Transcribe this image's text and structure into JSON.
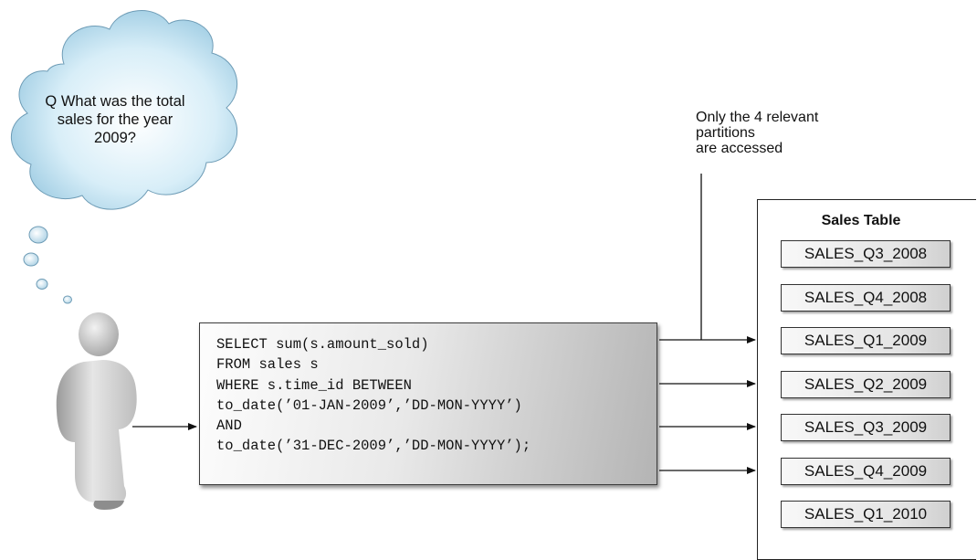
{
  "question": {
    "lines": [
      "Q What was the total",
      "sales for the year",
      "2009?"
    ]
  },
  "annotation": {
    "lines": [
      "Only the 4 relevant",
      "partitions",
      "are accessed"
    ]
  },
  "sql": {
    "lines": [
      "SELECT sum(s.amount_sold)",
      "FROM sales s",
      "WHERE s.time_id BETWEEN",
      "to_date(’01-JAN-2009’,’DD-MON-YYYY’)",
      "AND",
      "to_date(’31-DEC-2009’,’DD-MON-YYYY’);"
    ]
  },
  "sales_table": {
    "title": "Sales Table",
    "partitions": [
      "SALES_Q3_2008",
      "SALES_Q4_2008",
      "SALES_Q1_2009",
      "SALES_Q2_2009",
      "SALES_Q3_2009",
      "SALES_Q4_2009",
      "SALES_Q1_2010"
    ]
  },
  "colors": {
    "cloud_fill": "#bfe3f3",
    "cloud_edge": "#5a88a3",
    "person": "#cfcfcf",
    "box_dark": "#b4b4b4"
  }
}
